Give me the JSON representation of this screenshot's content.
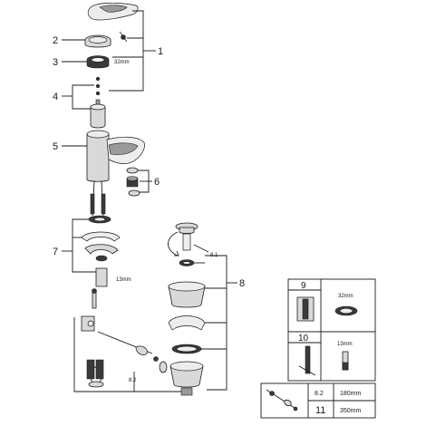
{
  "callouts": {
    "n1": "1",
    "n2": "2",
    "n3": "3",
    "n4": "4",
    "n5": "5",
    "n6": "6",
    "n7": "7",
    "n8": "8",
    "n9": "9",
    "n10": "10"
  },
  "dimensions": {
    "wrench_32_top": "32mm",
    "wrench_13_left": "13mm",
    "wrench_32_box": "32mm",
    "wrench_13_box": "13mm",
    "label_8_1": "8.1",
    "label_8_2": "8.2"
  },
  "size_table": {
    "rows": [
      {
        "ref": "8.2",
        "length": "180mm"
      },
      {
        "ref": "11",
        "length": "350mm"
      }
    ]
  },
  "colors": {
    "line": "#1a1a1a",
    "part_fill": "#d9d9d9",
    "dark_fill": "#3a3a3a",
    "background": "#ffffff"
  }
}
